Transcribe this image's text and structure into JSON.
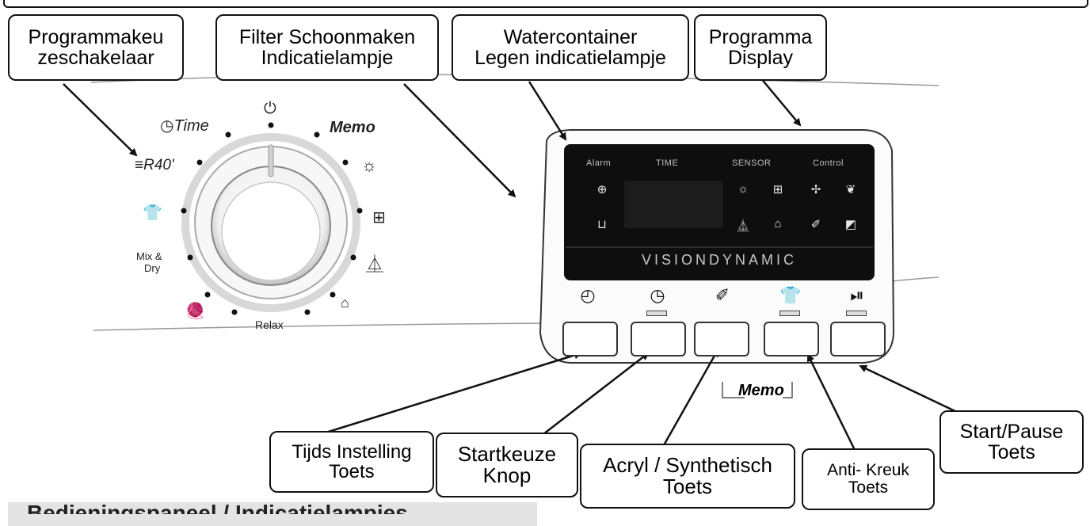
{
  "callouts": {
    "program_switch": [
      "Programmakeu",
      "zeschakelaar"
    ],
    "filter_lamp": [
      "Filter Schoonmaken",
      "Indicatielampje"
    ],
    "water_lamp": [
      "Watercontainer",
      "Legen indicatielampje"
    ],
    "program_display": [
      "Programma",
      "Display"
    ],
    "time_setting": [
      "Tijds Instelling",
      "Toets"
    ],
    "start_delay": [
      "Startkeuze",
      "Knop"
    ],
    "acryl": [
      "Acryl / Synthetisch",
      "Toets"
    ],
    "anti_crease": [
      "Anti- Kreuk",
      "Toets"
    ],
    "start_pause": [
      "Start/Pause",
      "Toets"
    ]
  },
  "dial": {
    "off_symbol": "⏻",
    "time": "Time",
    "memo": "Memo",
    "r40": "R40'",
    "mix_dry_1": "Mix &",
    "mix_dry_2": "Dry",
    "relax": "Relax"
  },
  "display": {
    "labels": {
      "alarm": "Alarm",
      "time": "TIME",
      "sensor": "SENSOR",
      "control": "Control"
    },
    "brand": "VISIONDYNAMIC"
  },
  "memo_bracket": "Memo",
  "bottom_heading": "Bedieningspaneel / Indicatielampjes",
  "icons": {
    "dial": [
      "power-icon",
      "timer-icon",
      "sun-icon",
      "cupboard-icon",
      "hanger-icon",
      "iron-icon",
      "wool-icon",
      "shirt-icon",
      "rapid-icon"
    ],
    "display": [
      "globe-icon",
      "water-container-icon",
      "sun-icon",
      "cupboard-icon",
      "fan-icon",
      "anti-crease-icon",
      "hanger-icon",
      "iron-icon",
      "acryl-icon",
      "filter-icon"
    ],
    "buttons": [
      "clock-icon",
      "delay-icon",
      "acryl-icon",
      "anti-crease-icon",
      "play-pause-icon"
    ]
  },
  "colors": {
    "display_bg": "#0e0e0e",
    "display_text": "#bfbfbf",
    "line": "#111111"
  }
}
